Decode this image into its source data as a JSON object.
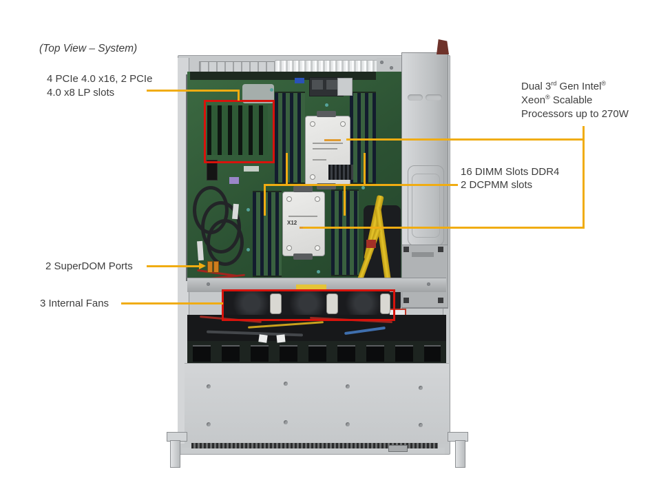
{
  "title": "(Top View – System)",
  "colors": {
    "callout_line": "#F0AC12",
    "highlight_box": "#D8130C",
    "label_text": "#3D3D3D",
    "motherboard_green": "#2F5836",
    "chassis_gray": "#C6C9CB"
  },
  "callouts": {
    "pcie": {
      "line1": "4 PCIe 4.0 x16, 2 PCIe",
      "line2": "4.0 x8 LP slots"
    },
    "cpu": {
      "l1a": "Dual 3",
      "l1sup": "rd",
      "l1b": " Gen Intel",
      "l1reg": "®",
      "l2a": "Xeon",
      "l2reg": "®",
      "l2b": " Scalable",
      "l3": "Processors up to 270W"
    },
    "dimm": {
      "line1": "16 DIMM Slots DDR4",
      "line2": "2 DCPMM slots"
    },
    "superdom": {
      "label": "2 SuperDOM Ports"
    },
    "fans": {
      "label": "3 Internal Fans"
    }
  },
  "server": {
    "cpu2_marking": "X12"
  }
}
